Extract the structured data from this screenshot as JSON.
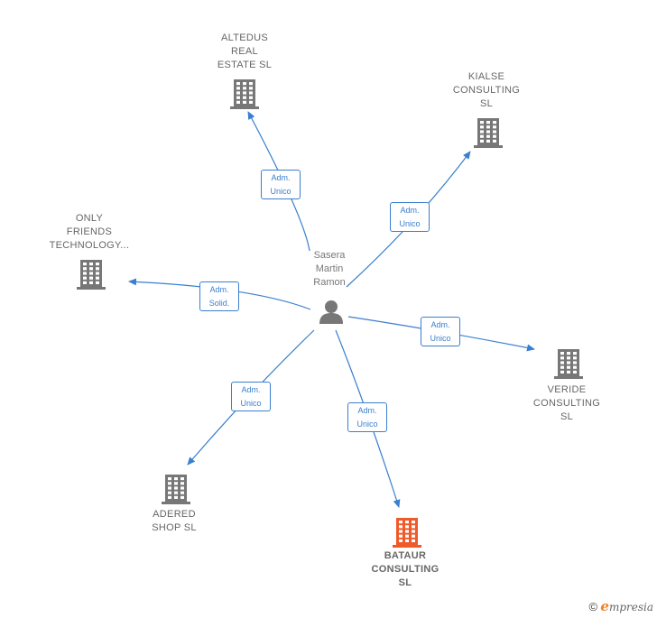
{
  "center": {
    "name": "Sasera\nMartin\nRamon",
    "icon": "person-icon"
  },
  "companies": [
    {
      "id": "altedus",
      "name": "ALTEDUS\nREAL\nESTATE  SL",
      "icon": "building-icon",
      "highlight": false,
      "role": "Adm.\nUnico"
    },
    {
      "id": "kialse",
      "name": "KIALSE\nCONSULTING\nSL",
      "icon": "building-icon",
      "highlight": false,
      "role": "Adm.\nUnico"
    },
    {
      "id": "only",
      "name": "ONLY\nFRIENDS\nTECHNOLOGY...",
      "icon": "building-icon",
      "highlight": false,
      "role": "Adm.\nSolid."
    },
    {
      "id": "veride",
      "name": "VERIDE\nCONSULTING\nSL",
      "icon": "building-icon",
      "highlight": false,
      "role": "Adm.\nUnico"
    },
    {
      "id": "adered",
      "name": "ADERED\nSHOP  SL",
      "icon": "building-icon",
      "highlight": false,
      "role": "Adm.\nUnico"
    },
    {
      "id": "bataur",
      "name": "BATAUR\nCONSULTING\nSL",
      "icon": "building-icon",
      "highlight": true,
      "role": "Adm.\nUnico"
    }
  ],
  "colors": {
    "edge": "#3a7fcf",
    "building": "#777777",
    "building_highlight": "#f0592a",
    "person": "#777777"
  },
  "footer": {
    "copyright": "©",
    "brand_initial": "e",
    "brand_rest": "mpresia"
  }
}
